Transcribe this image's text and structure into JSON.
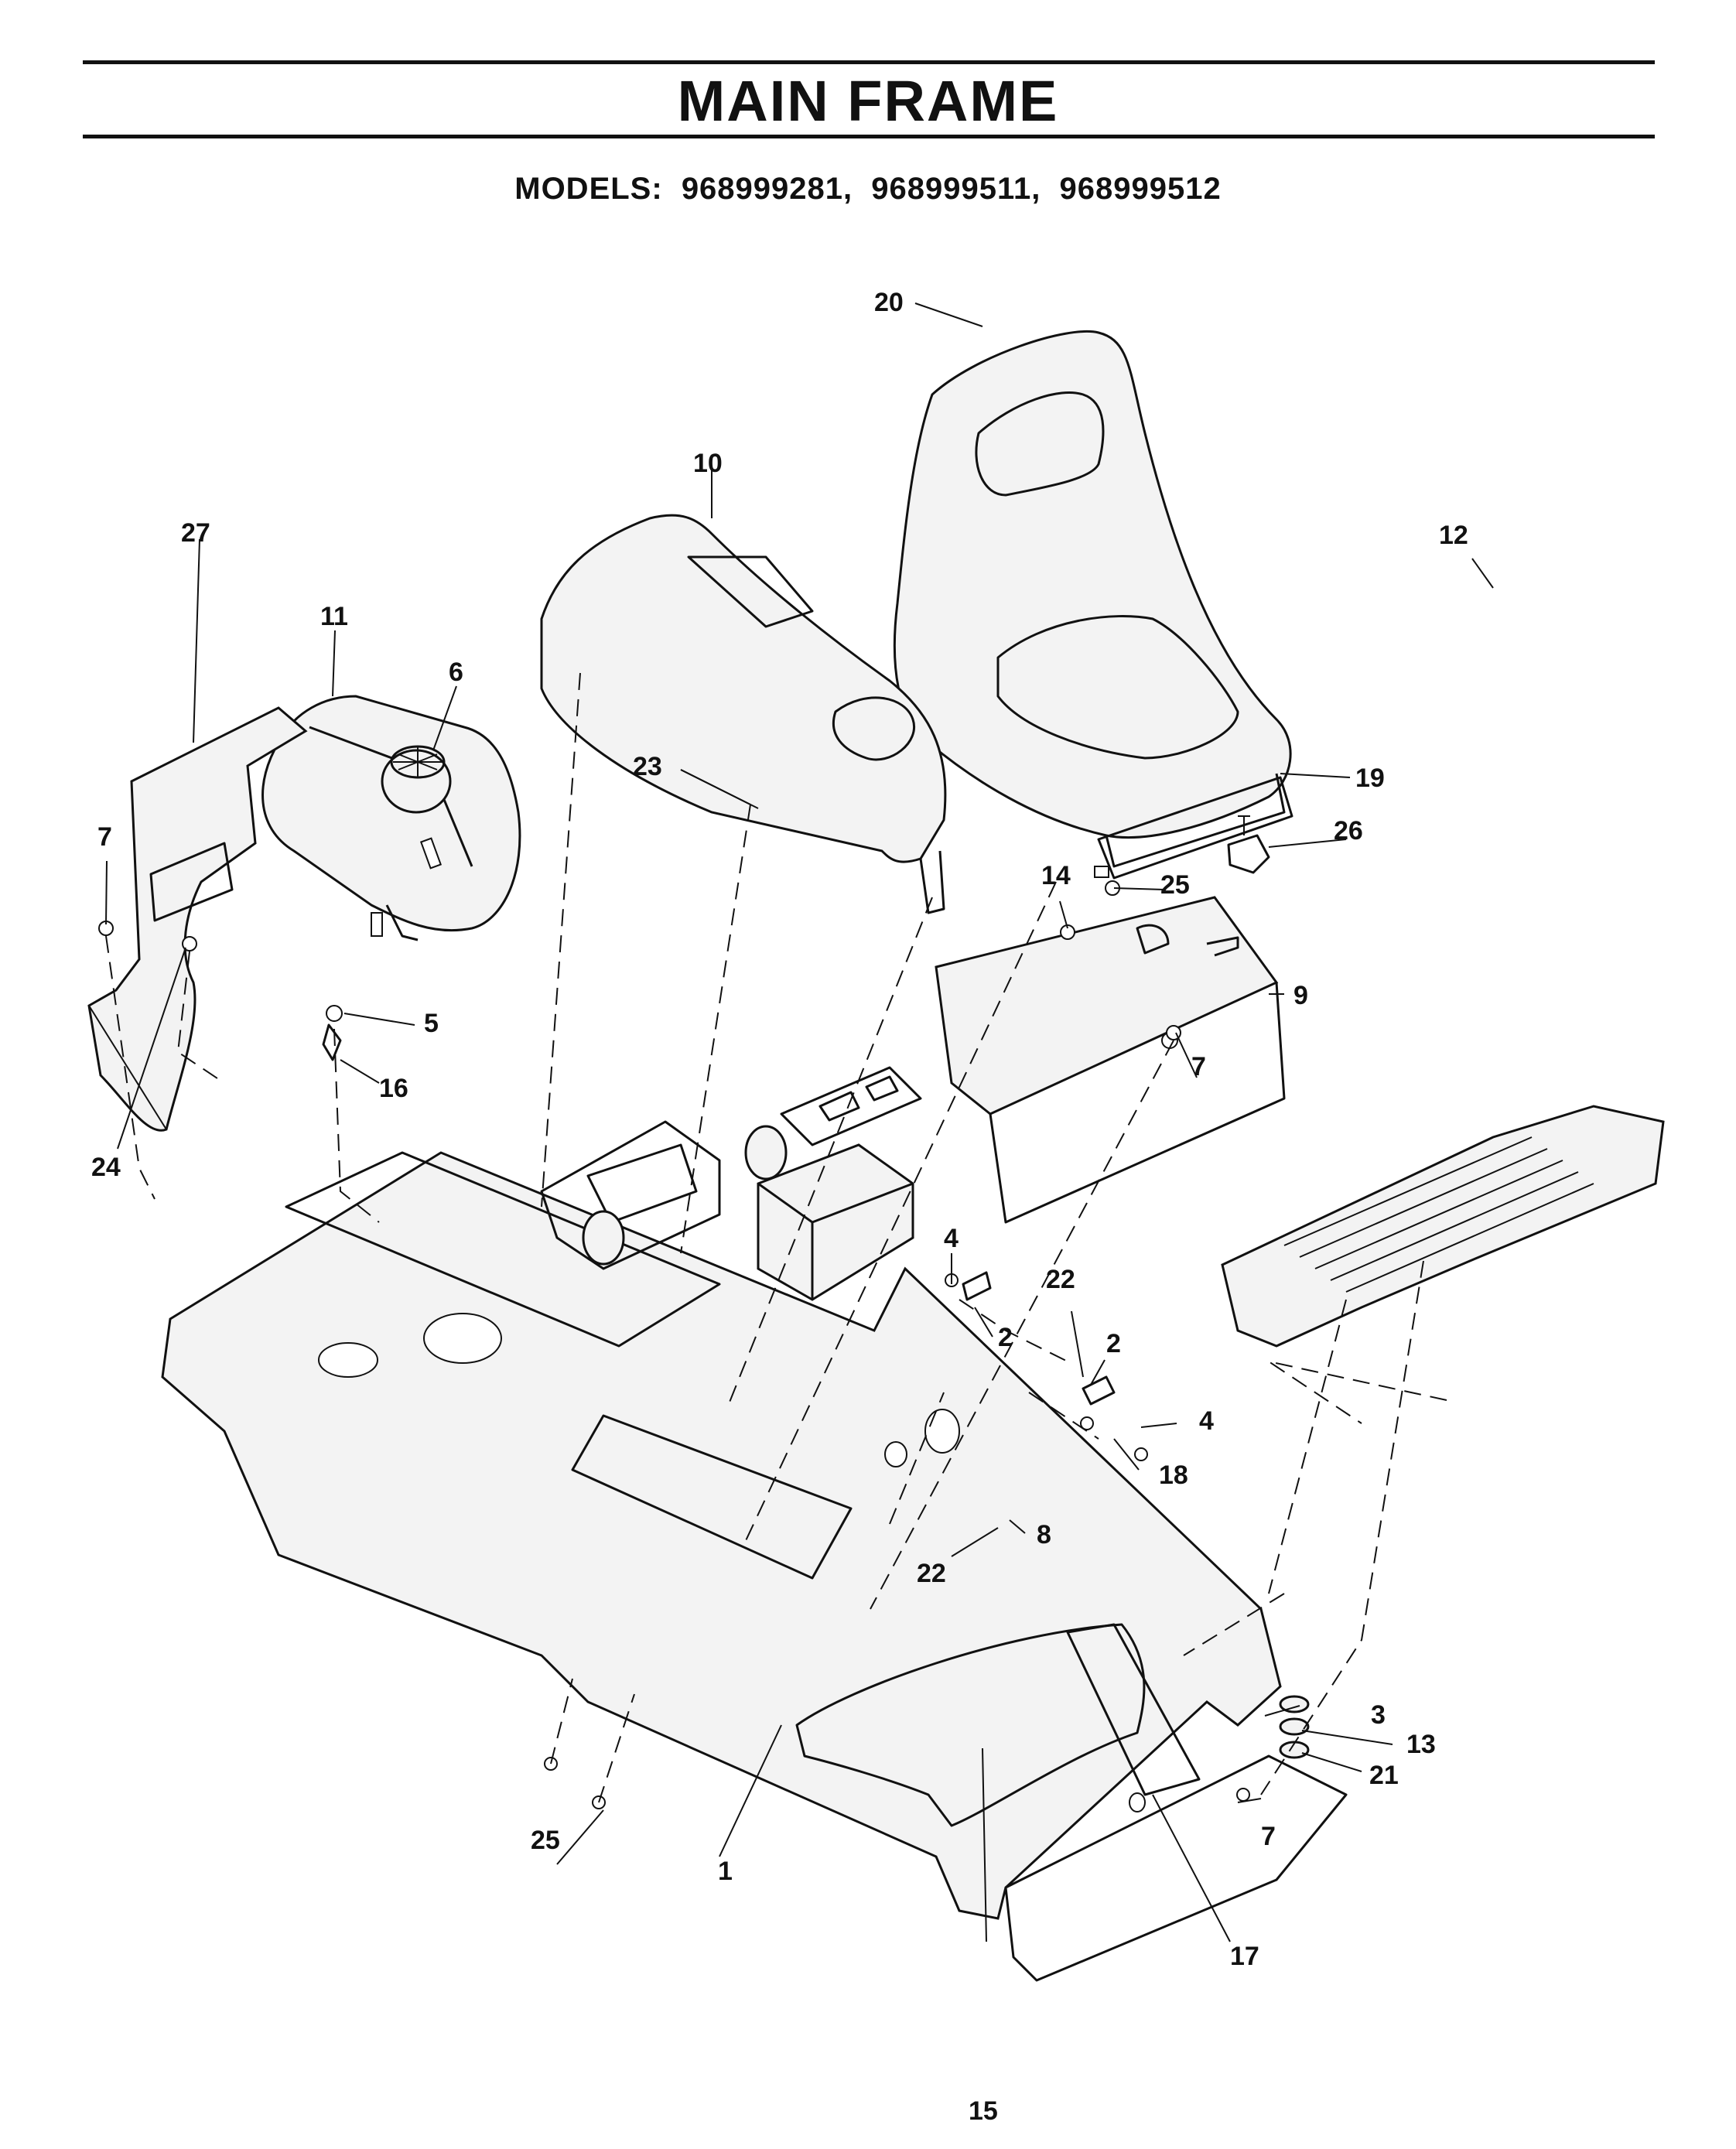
{
  "header": {
    "title": "MAIN FRAME",
    "models_label": "MODELS:",
    "models": [
      "968999281,",
      "968999511,",
      "968999512"
    ]
  },
  "diagram": {
    "callouts": [
      {
        "id": "c1",
        "text": "1"
      },
      {
        "id": "c2a",
        "text": "2"
      },
      {
        "id": "c2b",
        "text": "2"
      },
      {
        "id": "c3",
        "text": "3"
      },
      {
        "id": "c4a",
        "text": "4"
      },
      {
        "id": "c4b",
        "text": "4"
      },
      {
        "id": "c5",
        "text": "5"
      },
      {
        "id": "c6",
        "text": "6"
      },
      {
        "id": "c7a",
        "text": "7"
      },
      {
        "id": "c7b",
        "text": "7"
      },
      {
        "id": "c7c",
        "text": "7"
      },
      {
        "id": "c8",
        "text": "8"
      },
      {
        "id": "c9",
        "text": "9"
      },
      {
        "id": "c10",
        "text": "10"
      },
      {
        "id": "c11",
        "text": "11"
      },
      {
        "id": "c12",
        "text": "12"
      },
      {
        "id": "c13",
        "text": "13"
      },
      {
        "id": "c14",
        "text": "14"
      },
      {
        "id": "c15",
        "text": "15"
      },
      {
        "id": "c16",
        "text": "16"
      },
      {
        "id": "c17",
        "text": "17"
      },
      {
        "id": "c18",
        "text": "18"
      },
      {
        "id": "c19",
        "text": "19"
      },
      {
        "id": "c20",
        "text": "20"
      },
      {
        "id": "c21",
        "text": "21"
      },
      {
        "id": "c22a",
        "text": "22"
      },
      {
        "id": "c22b",
        "text": "22"
      },
      {
        "id": "c23",
        "text": "23"
      },
      {
        "id": "c24",
        "text": "24"
      },
      {
        "id": "c25a",
        "text": "25"
      },
      {
        "id": "c25b",
        "text": "25"
      },
      {
        "id": "c26",
        "text": "26"
      },
      {
        "id": "c27",
        "text": "27"
      }
    ]
  }
}
